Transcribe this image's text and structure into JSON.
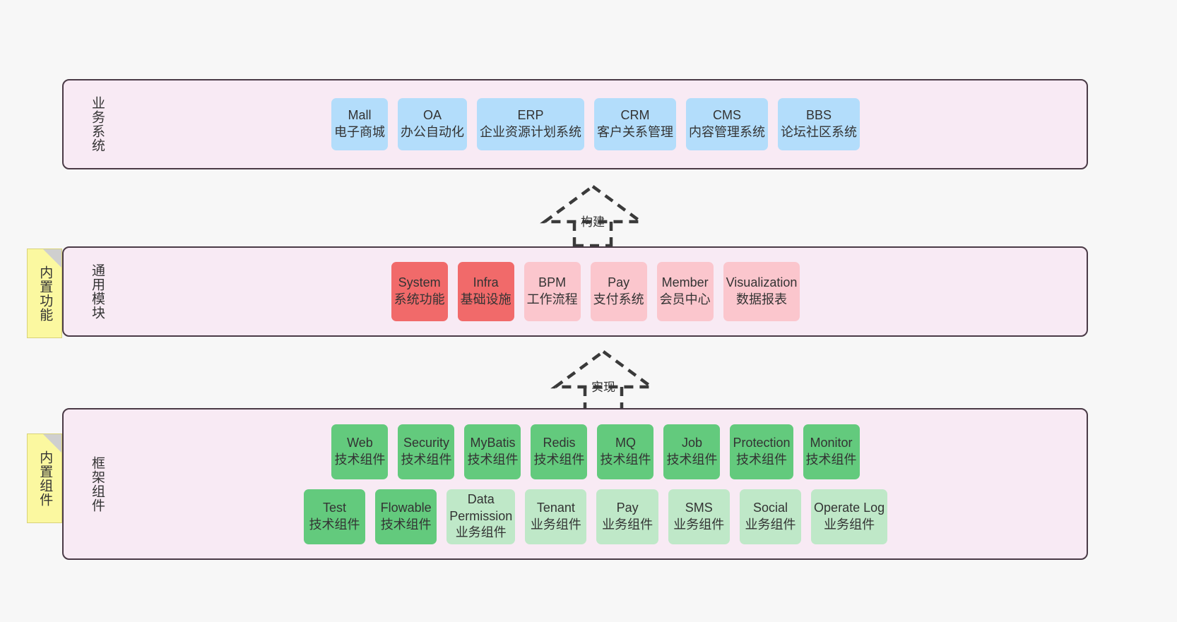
{
  "diagram": {
    "background_color": "#f7f7f7",
    "layer_fill": "#f8eaf4",
    "layer_border": "#4a3a46",
    "note_fill": "#fbf8a0"
  },
  "layers": [
    {
      "id": "business",
      "title": "业务系统",
      "card_color": "#b3ddfb",
      "rows": [
        {
          "cards": [
            {
              "name": "Mall",
              "desc": "电子商城",
              "color": "#b3ddfb"
            },
            {
              "name": "OA",
              "desc": "办公自动化",
              "color": "#b3ddfb"
            },
            {
              "name": "ERP",
              "desc": "企业资源计划系统",
              "color": "#b3ddfb"
            },
            {
              "name": "CRM",
              "desc": "客户关系管理",
              "color": "#b3ddfb"
            },
            {
              "name": "CMS",
              "desc": "内容管理系统",
              "color": "#b3ddfb"
            },
            {
              "name": "BBS",
              "desc": "论坛社区系统",
              "color": "#b3ddfb"
            }
          ]
        }
      ]
    },
    {
      "id": "modules",
      "title": "通用模块",
      "note": "内置功能",
      "rows": [
        {
          "cards": [
            {
              "name": "System",
              "desc": "系统功能",
              "color": "#f16a6a"
            },
            {
              "name": "Infra",
              "desc": "基础设施",
              "color": "#f16a6a"
            },
            {
              "name": "BPM",
              "desc": "工作流程",
              "color": "#fbc6cd"
            },
            {
              "name": "Pay",
              "desc": "支付系统",
              "color": "#fbc6cd"
            },
            {
              "name": "Member",
              "desc": "会员中心",
              "color": "#fbc6cd"
            },
            {
              "name": "Visualization",
              "desc": "数据报表",
              "color": "#fbc6cd"
            }
          ]
        }
      ]
    },
    {
      "id": "framework",
      "title": "框架组件",
      "note": "内置组件",
      "rows": [
        {
          "cards": [
            {
              "name": "Web",
              "desc": "技术组件",
              "color": "#63ca7d"
            },
            {
              "name": "Security",
              "desc": "技术组件",
              "color": "#63ca7d"
            },
            {
              "name": "MyBatis",
              "desc": "技术组件",
              "color": "#63ca7d"
            },
            {
              "name": "Redis",
              "desc": "技术组件",
              "color": "#63ca7d"
            },
            {
              "name": "MQ",
              "desc": "技术组件",
              "color": "#63ca7d"
            },
            {
              "name": "Job",
              "desc": "技术组件",
              "color": "#63ca7d"
            },
            {
              "name": "Protection",
              "desc": "技术组件",
              "color": "#63ca7d"
            },
            {
              "name": "Monitor",
              "desc": "技术组件",
              "color": "#63ca7d"
            }
          ]
        },
        {
          "cards": [
            {
              "name": "Test",
              "desc": "技术组件",
              "color": "#63ca7d"
            },
            {
              "name": "Flowable",
              "desc": "技术组件",
              "color": "#63ca7d"
            },
            {
              "name": "Data Permission",
              "desc": "业务组件",
              "color": "#bfe8c8",
              "wrap": true
            },
            {
              "name": "Tenant",
              "desc": "业务组件",
              "color": "#bfe8c8"
            },
            {
              "name": "Pay",
              "desc": "业务组件",
              "color": "#bfe8c8"
            },
            {
              "name": "SMS",
              "desc": "业务组件",
              "color": "#bfe8c8"
            },
            {
              "name": "Social",
              "desc": "业务组件",
              "color": "#bfe8c8"
            },
            {
              "name": "Operate Log",
              "desc": "业务组件",
              "color": "#bfe8c8"
            }
          ]
        }
      ]
    }
  ],
  "connectors": [
    {
      "id": "build",
      "label": "构建",
      "style": "dashed-generalization"
    },
    {
      "id": "impl",
      "label": "实现",
      "style": "dashed-generalization"
    }
  ]
}
